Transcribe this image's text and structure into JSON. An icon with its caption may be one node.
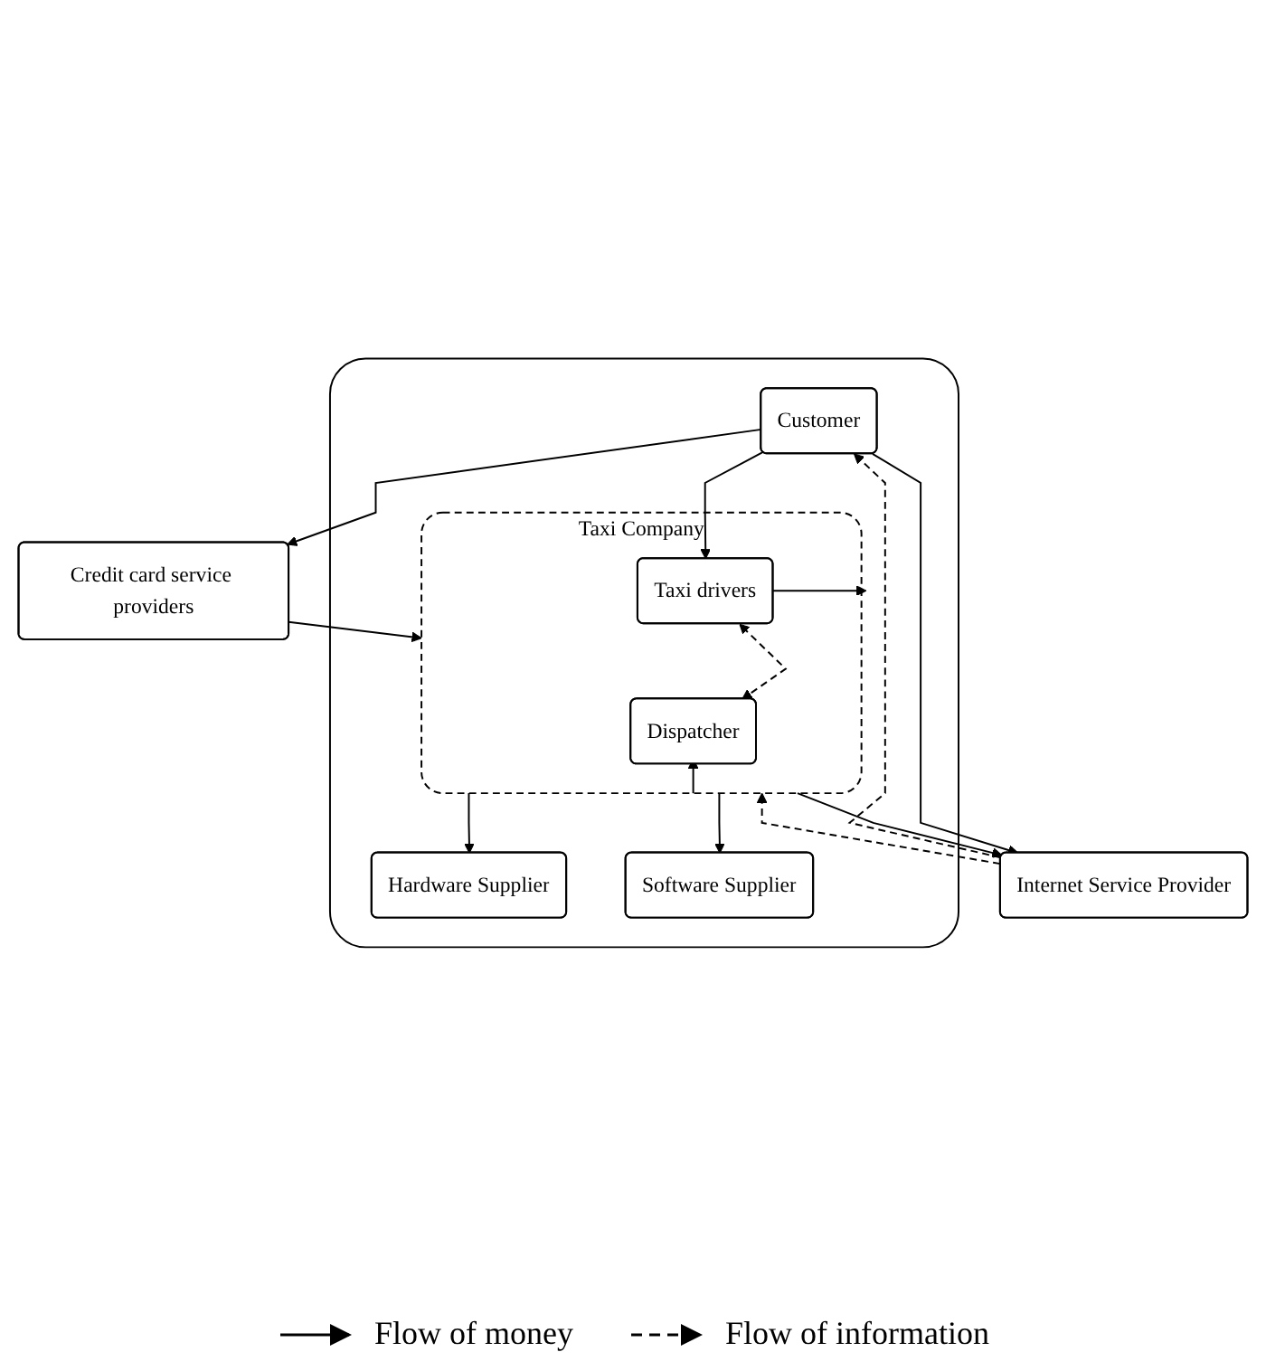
{
  "diagram": {
    "nodes": [
      {
        "text": [],
        "shape": "box"
      },
      {
        "text": [
          "Hardware Supplier"
        ],
        "in": 0
      },
      {
        "text": [
          "Software Supplier"
        ],
        "in": 0
      },
      {
        "text": [
          "Customer"
        ],
        "in": 0
      },
      {
        "text": [
          "Taxi Company"
        ],
        "in": 0
      },
      {
        "text": [
          "Taxi drivers"
        ],
        "in": 4
      },
      {
        "text": [
          "Dispatcher"
        ],
        "in": 4
      },
      {
        "text": [
          "Internet Service Provider"
        ]
      },
      {
        "text": [
          "Credit card service providers"
        ]
      }
    ],
    "edges": [
      {
        "from": 4,
        "to": 1,
        "arrow": "to"
      },
      {
        "from": 4,
        "to": 2,
        "arrow": "to"
      },
      {
        "from": 3,
        "to": 5,
        "arrow": "to"
      },
      {
        "from": 3,
        "to": 7,
        "arrow": "to"
      },
      {
        "from": 7,
        "to": 3,
        "arrow": "to",
        "style": "dashed"
      },
      {
        "from": 3,
        "to": 8,
        "arrow": "to"
      },
      {
        "from": 4,
        "to": 7,
        "arrow": "to"
      },
      {
        "from": 7,
        "to": 4,
        "arrow": "to",
        "style": "dashed"
      },
      {
        "from": 5,
        "to": 6,
        "arrow": "both",
        "style": "dashed"
      },
      {
        "from": 5,
        "to": 4,
        "arrow": "to"
      },
      {
        "from": 4,
        "to": 6,
        "arrow": "to"
      },
      {
        "from": 8,
        "to": 4,
        "arrow": "to"
      }
    ],
    "legend": [
      {
        "text": "Flow of money"
      },
      {
        "text": "Flow of information"
      }
    ]
  }
}
